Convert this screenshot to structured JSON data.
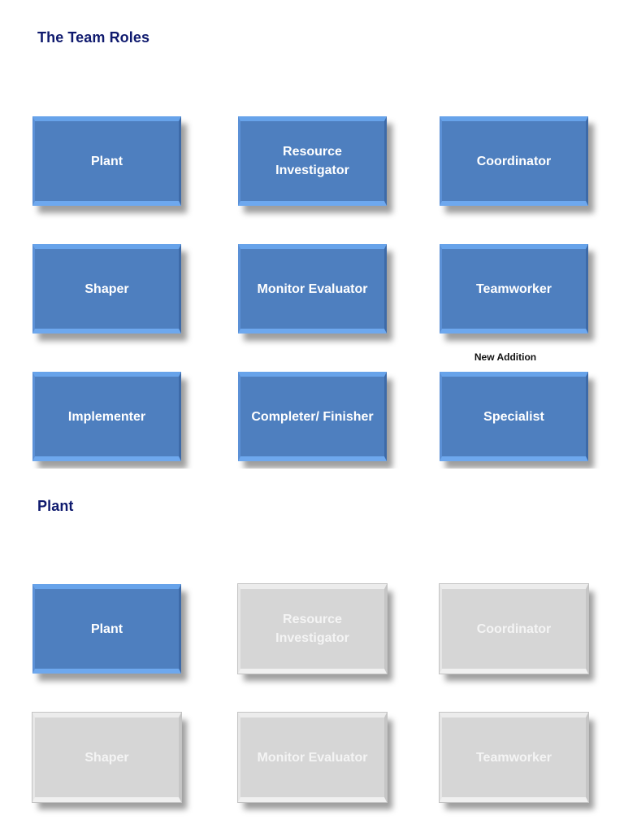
{
  "section1": {
    "title": "The Team Roles",
    "new_addition_label": "New Addition",
    "tiles": [
      {
        "line1": "Plant",
        "line2": ""
      },
      {
        "line1": "Resource",
        "line2": "Investigator"
      },
      {
        "line1": "Coordinator",
        "line2": ""
      },
      {
        "line1": "Shaper",
        "line2": ""
      },
      {
        "line1": "Monitor Evaluator",
        "line2": ""
      },
      {
        "line1": "Teamworker",
        "line2": ""
      },
      {
        "line1": "Implementer",
        "line2": ""
      },
      {
        "line1": "Completer/ Finisher",
        "line2": ""
      },
      {
        "line1": "Specialist",
        "line2": ""
      }
    ]
  },
  "section2": {
    "title": "Plant",
    "tiles": [
      {
        "line1": "Plant",
        "line2": "",
        "state": "active"
      },
      {
        "line1": "Resource",
        "line2": "Investigator",
        "state": "inactive"
      },
      {
        "line1": "Coordinator",
        "line2": "",
        "state": "inactive"
      },
      {
        "line1": "Shaper",
        "line2": "",
        "state": "inactive"
      },
      {
        "line1": "Monitor Evaluator",
        "line2": "",
        "state": "inactive"
      },
      {
        "line1": "Teamworker",
        "line2": "",
        "state": "inactive"
      }
    ]
  },
  "colors": {
    "title": "#0f1a6e",
    "tile_active": "#4e7fbf",
    "tile_inactive": "#d6d6d6"
  }
}
